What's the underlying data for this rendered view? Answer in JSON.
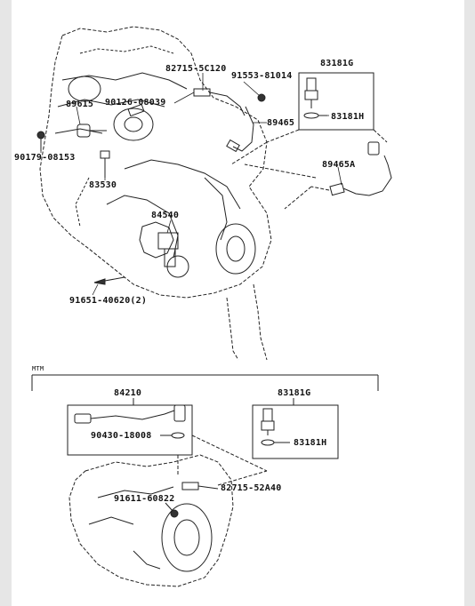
{
  "upper": {
    "parts": {
      "p83181G": "83181G",
      "p83181H": "83181H",
      "p89465": "89465",
      "p89465A": "89465A",
      "p82715": "82715-5C120",
      "p91553": "91553-81014",
      "p90126": "90126-08039",
      "p89615": "89615",
      "p90179": "90179-08153",
      "p83530": "83530",
      "p84540": "84540",
      "p91651": "91651-40620(2)"
    }
  },
  "lower": {
    "section_label": "MTM",
    "parts": {
      "p84210": "84210",
      "p83181G": "83181G",
      "p90430": "90430-18008",
      "p83181H": "83181H",
      "p82715": "82715-52A40",
      "p91611": "91611-60822"
    }
  }
}
